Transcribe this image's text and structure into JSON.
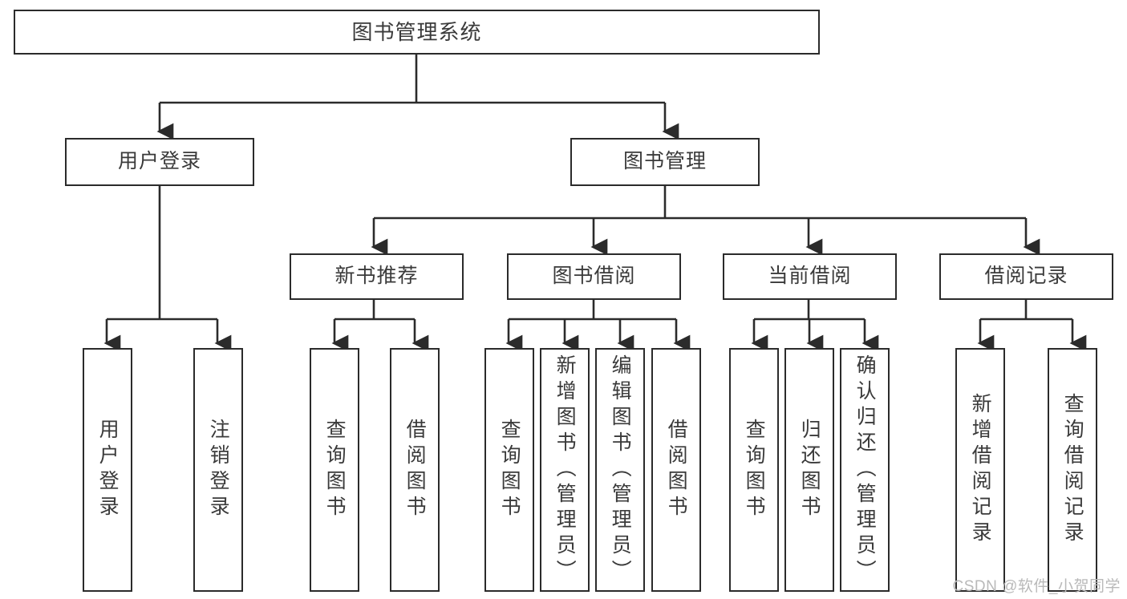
{
  "diagram": {
    "title": "图书管理系统",
    "type": "tree-hierarchy-diagram",
    "colors": {
      "box_border": "#2b2b2b",
      "box_fill": "#ffffff",
      "text": "#3a3a3a",
      "edge": "#2b2b2b",
      "background": "#ffffff",
      "watermark": "#b9b9b9"
    },
    "root": {
      "label": "图书管理系统"
    },
    "level2": [
      {
        "id": "user-login",
        "label": "用户登录"
      },
      {
        "id": "book-manage",
        "label": "图书管理"
      }
    ],
    "level3": [
      {
        "id": "new-book-recommend",
        "label": "新书推荐"
      },
      {
        "id": "book-borrow",
        "label": "图书借阅"
      },
      {
        "id": "current-borrow",
        "label": "当前借阅"
      },
      {
        "id": "borrow-record",
        "label": "借阅记录"
      }
    ],
    "leaves": {
      "user_login": [
        {
          "id": "leaf-user-login",
          "label": "用户登录"
        },
        {
          "id": "leaf-logout-login",
          "label": "注销登录"
        }
      ],
      "new_book_recommend": [
        {
          "id": "leaf-query-book-1",
          "label": "查询图书"
        },
        {
          "id": "leaf-borrow-book-1",
          "label": "借阅图书"
        }
      ],
      "book_borrow": [
        {
          "id": "leaf-query-book-2",
          "label": "查询图书"
        },
        {
          "id": "leaf-add-book",
          "label": "新增图书（管理员）"
        },
        {
          "id": "leaf-edit-book",
          "label": "编辑图书（管理员）"
        },
        {
          "id": "leaf-borrow-book-2",
          "label": "借阅图书"
        }
      ],
      "current_borrow": [
        {
          "id": "leaf-query-book-3",
          "label": "查询图书"
        },
        {
          "id": "leaf-return-book",
          "label": "归还图书"
        },
        {
          "id": "leaf-confirm-return",
          "label": "确认归还（管理员）"
        }
      ],
      "borrow_record": [
        {
          "id": "leaf-add-record",
          "label": "新增借阅记录"
        },
        {
          "id": "leaf-query-record",
          "label": "查询借阅记录"
        }
      ]
    }
  },
  "watermark": {
    "text": "CSDN @软件_小贺同学"
  }
}
